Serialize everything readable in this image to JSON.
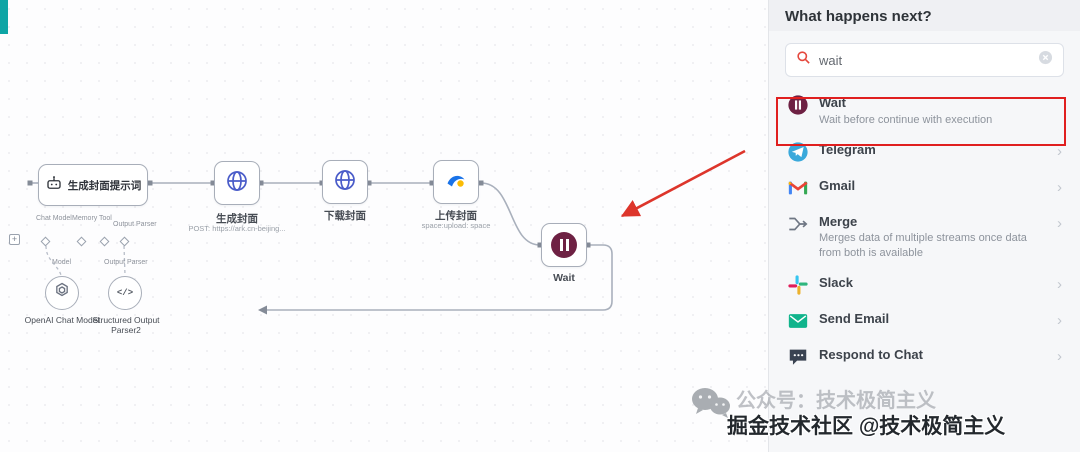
{
  "panel": {
    "header": "What happens next?",
    "search": {
      "value": "wait"
    },
    "items": [
      {
        "title": "Wait",
        "subtitle": "Wait before continue with execution"
      },
      {
        "title": "Telegram",
        "subtitle": ""
      },
      {
        "title": "Gmail",
        "subtitle": ""
      },
      {
        "title": "Merge",
        "subtitle": "Merges data of multiple streams once data from both is available"
      },
      {
        "title": "Slack",
        "subtitle": ""
      },
      {
        "title": "Send Email",
        "subtitle": ""
      },
      {
        "title": "Respond to Chat",
        "subtitle": ""
      }
    ]
  },
  "canvas": {
    "nodes": {
      "agent": {
        "label": "生成封面提示词",
        "connectors": [
          "Chat Model",
          "Memory",
          "Tool",
          "Output Parser"
        ]
      },
      "http_generate": {
        "label": "生成封面",
        "subtitle": "POST: https://ark.cn-beijing..."
      },
      "http_download": {
        "label": "下载封面"
      },
      "upload": {
        "label": "上传封面",
        "subtitle": "space:upload: space"
      },
      "wait": {
        "label": "Wait"
      },
      "openai": {
        "label": "OpenAI Chat Model",
        "port_label": "Model"
      },
      "parser": {
        "label": "Structured Output Parser2",
        "port_label": "Output Parser"
      }
    }
  },
  "watermark": {
    "faint_text": "公众号：技术极简主义",
    "bold_text": "掘金技术社区 @技术极简主义"
  }
}
